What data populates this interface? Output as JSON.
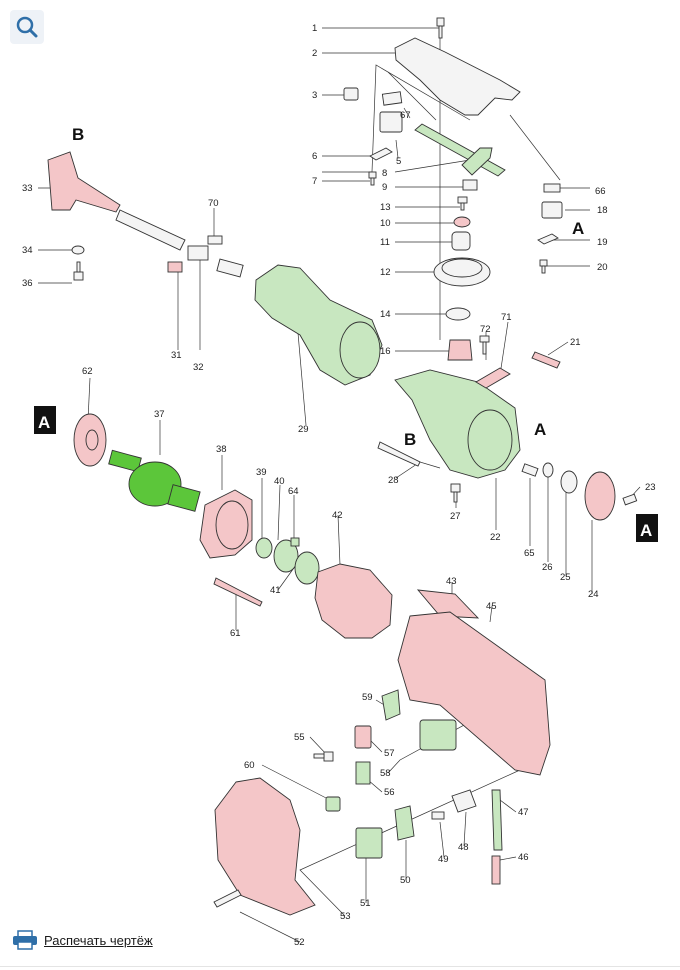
{
  "toolbar": {
    "zoom_icon": "magnifier-icon"
  },
  "footer": {
    "print_label": "Распечать чертёж",
    "print_icon": "printer-icon"
  },
  "colors": {
    "highlight_pink": "#f4c6c8",
    "highlight_green": "#c8e7c0",
    "armature_green": "#5cc63a",
    "icon_blue": "#2f6fa8"
  },
  "section_markers": {
    "A": "A",
    "B": "B"
  },
  "part_labels": [
    "1",
    "2",
    "3",
    "67",
    "5",
    "6",
    "7",
    "8",
    "9",
    "66",
    "18",
    "13",
    "10",
    "11",
    "19",
    "20",
    "12",
    "14",
    "33",
    "34",
    "36",
    "70",
    "31",
    "32",
    "29",
    "62",
    "37",
    "72",
    "71",
    "21",
    "16",
    "38",
    "39",
    "40",
    "64",
    "28",
    "27",
    "22",
    "65",
    "26",
    "25",
    "24",
    "23",
    "42",
    "41",
    "61",
    "43",
    "45",
    "59",
    "55",
    "57",
    "58",
    "56",
    "60",
    "49",
    "48",
    "47",
    "46",
    "51",
    "50",
    "53",
    "52"
  ]
}
